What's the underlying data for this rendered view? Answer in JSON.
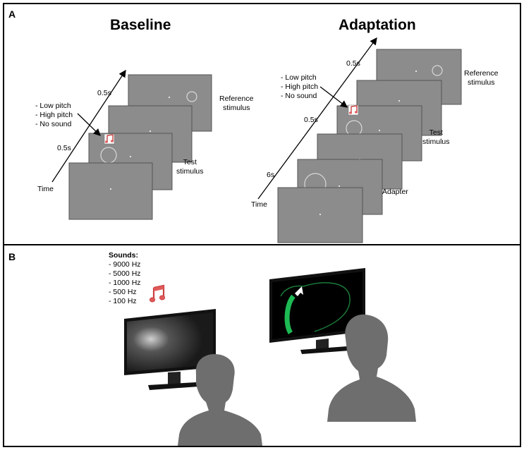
{
  "panel_a": {
    "letter": "A",
    "baseline": {
      "title": "Baseline",
      "conditions": [
        "- Low pitch",
        "- High pitch",
        "- No sound"
      ],
      "time_label": "Time",
      "duration_top": "0.5s",
      "duration_bottom": "0.5s",
      "reference_label": [
        "Reference",
        "stimulus"
      ],
      "test_label": [
        "Test",
        "stimulus"
      ]
    },
    "adaptation": {
      "title": "Adaptation",
      "conditions": [
        "- Low pitch",
        "- High pitch",
        "- No sound"
      ],
      "time_label": "Time",
      "duration_top": "0.5s",
      "duration_middle": "0.5s",
      "duration_bottom": "6s",
      "reference_label": [
        "Reference",
        "stimulus"
      ],
      "test_label": [
        "Test",
        "stimulus"
      ],
      "adapter_label": "Adapter"
    }
  },
  "panel_b": {
    "letter": "B",
    "sounds_title": "Sounds",
    "sounds": [
      "- 9000 Hz",
      "- 5000 Hz",
      "- 1000 Hz",
      "- 500 Hz",
      "- 100 Hz"
    ]
  },
  "colors": {
    "screen_gray": "#8c8c8c",
    "note_red": "#e05a5a",
    "silhouette": "#6e6e6e",
    "arc_green": "#1db954"
  }
}
